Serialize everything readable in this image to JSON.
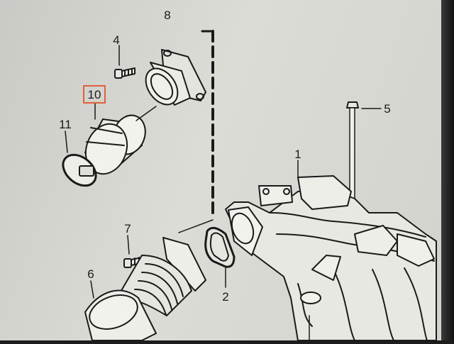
{
  "diagram": {
    "callouts": [
      {
        "id": "8",
        "label": "8"
      },
      {
        "id": "4",
        "label": "4"
      },
      {
        "id": "10",
        "label": "10",
        "highlighted": true
      },
      {
        "id": "11",
        "label": "11"
      },
      {
        "id": "5",
        "label": "5"
      },
      {
        "id": "1",
        "label": "1"
      },
      {
        "id": "7",
        "label": "7"
      },
      {
        "id": "6",
        "label": "6"
      },
      {
        "id": "2",
        "label": "2"
      }
    ],
    "colors": {
      "line": "#1a1a1a",
      "highlight": "#e0603a",
      "paper": "#d6d6d1"
    }
  }
}
